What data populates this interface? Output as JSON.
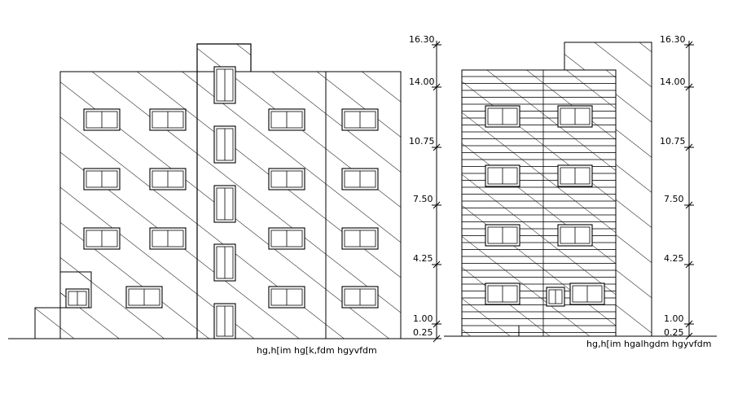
{
  "front_elevation": {
    "levels": [
      "16.30",
      "14.00",
      "10.75",
      "7.50",
      "4.25",
      "1.00",
      "0.25"
    ],
    "caption": "hg,h[im  hg[k,fdm  hgyvfdm"
  },
  "side_elevation": {
    "levels": [
      "16.30",
      "14.00",
      "10.75",
      "7.50",
      "4.25",
      "1.00",
      "0.25"
    ],
    "caption": "hg,h[im  hgalhgdm  hgyvfdm"
  }
}
